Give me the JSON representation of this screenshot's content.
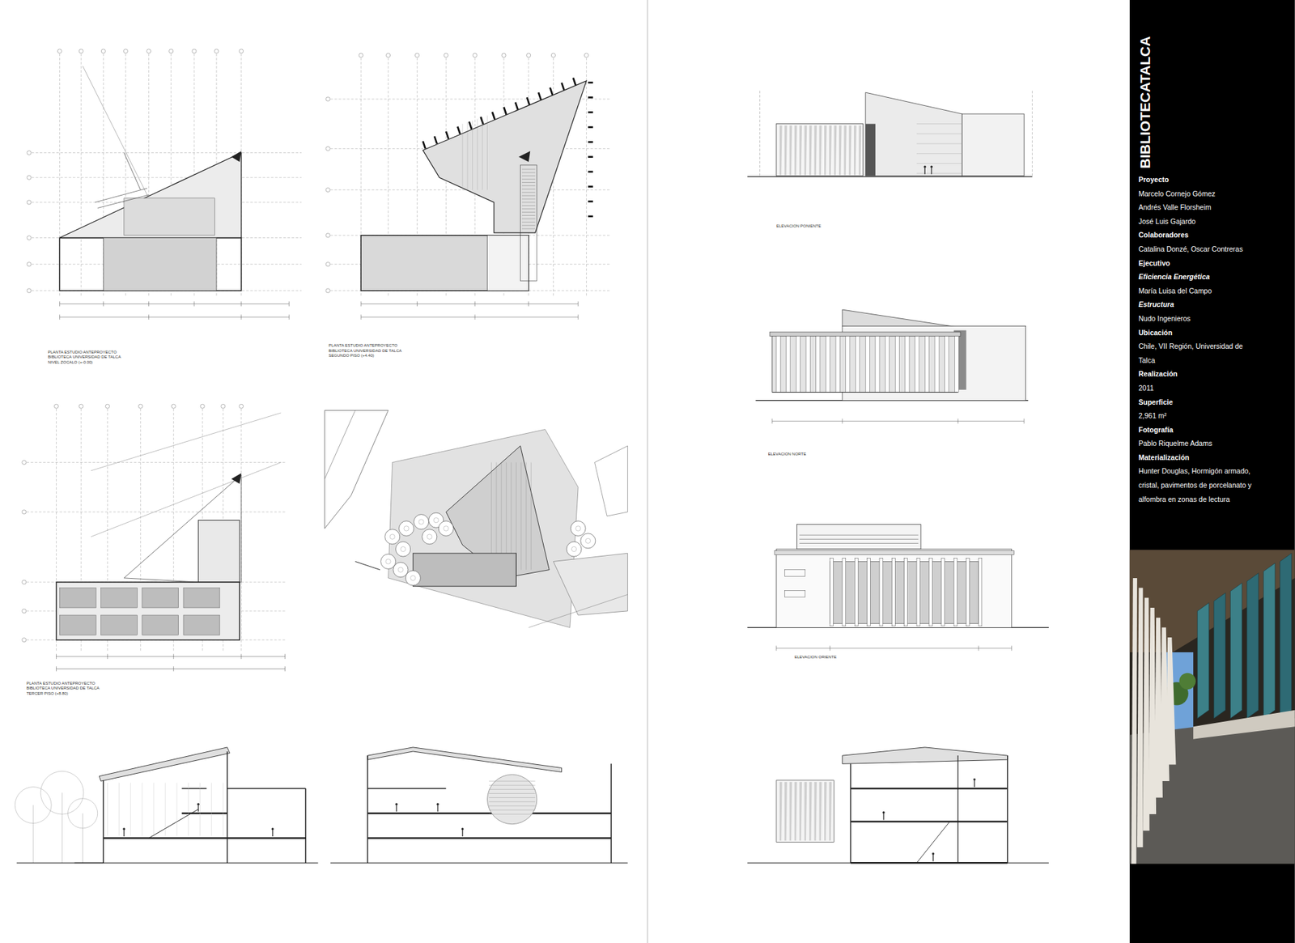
{
  "diagram": {
    "title": "BIBLIOTECATALCA",
    "nodes": [
      {
        "text": [
          "Proyecto",
          "Marcelo Cornejo Gómez",
          "Andrés Valle Florsheim",
          "José Luis Gajardo",
          "Colaboradores",
          "Catalina Donzé, Oscar Contreras",
          "Ejecutivo",
          "Eficiencia Energética",
          "María Luisa del Campo",
          "Estructura",
          "Nudo Ingenieros",
          "Ubicación",
          "Chile, VII Región, Universidad de Talca",
          "Realización",
          "2011",
          "Superficie",
          "2,961 m²",
          "Fotografía",
          "Pablo Riquelme Adams",
          "Materialización",
          "Hunter Douglas, Hormigón armado, cristal, pavimentos de porcelanato y alfombra en zonas de lectura"
        ]
      }
    ],
    "labels": [
      "PLANTA ESTUDIO ANTEPROYECTO BIBLIOTECA UNIVERSIDAD DE TALCA NIVEL ZOCALO (+-0.00)",
      "PLANTA ESTUDIO ANTEPROYECTO BIBLIOTECA UNIVERSIDAD DE TALCA SEGUNDO PISO (+4.40)",
      "PLANTA ESTUDIO ANTEPROYECTO BIBLIOTECA UNIVERSIDAD DE TALCA TERCER PISO (+8.80)",
      "ELEVACION PONIENTE",
      "ELEVACION NORTE",
      "ELEVACION ORIENTE"
    ]
  }
}
